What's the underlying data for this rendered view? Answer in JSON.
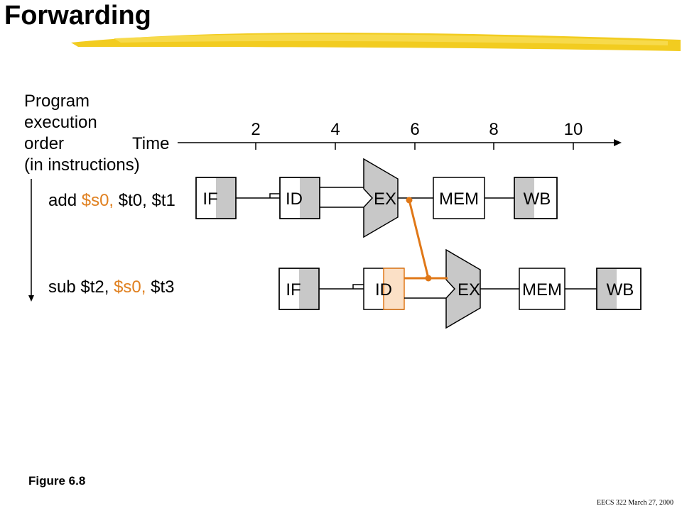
{
  "title": "Forwarding",
  "axis": {
    "left_label_lines": [
      "Program",
      "execution",
      "order",
      "(in instructions)"
    ],
    "time_label": "Time",
    "ticks": [
      "2",
      "4",
      "6",
      "8",
      "10"
    ]
  },
  "instructions": [
    {
      "op": "add",
      "operands": [
        {
          "text": "$s0,",
          "highlight": true
        },
        {
          "text": "$t0,",
          "highlight": false
        },
        {
          "text": "$t1",
          "highlight": false
        }
      ],
      "stages": [
        "IF",
        "ID",
        "EX",
        "MEM",
        "WB"
      ]
    },
    {
      "op": "sub",
      "operands": [
        {
          "text": "$t2,",
          "highlight": false
        },
        {
          "text": "$s0,",
          "highlight": true
        },
        {
          "text": "$t3",
          "highlight": false
        }
      ],
      "stages": [
        "IF",
        "ID",
        "EX",
        "MEM",
        "WB"
      ]
    }
  ],
  "figure_label": "Figure 6.8",
  "footer": "EECS 322 March 27, 2000",
  "colors": {
    "forward_path": "#e07818",
    "id_highlight": "#fbe0c6",
    "stage_shade": "#c8c8c8",
    "title_swoosh": "#f2cc20"
  }
}
